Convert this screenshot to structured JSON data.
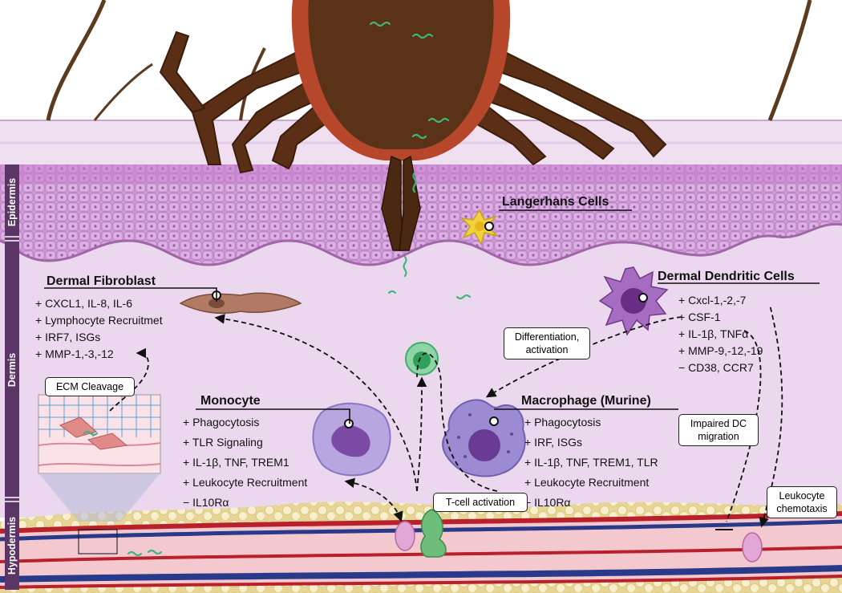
{
  "layers": {
    "epidermis": "Epidermis",
    "dermis": "Dermis",
    "hypodermis": "Hypodermis"
  },
  "cells": {
    "langerhans": {
      "title": "Langerhans Cells"
    },
    "fibroblast": {
      "title": "Dermal Fibroblast",
      "items": [
        "+ CXCL1, IL-8, IL-6",
        "+ Lymphocyte Recruitmet",
        "+ IRF7, ISGs",
        "+ MMP-1,-3,-12"
      ]
    },
    "dendritic": {
      "title": "Dermal Dendritic Cells",
      "items": [
        "+ Cxcl-1,-2,-7",
        "+ CSF-1",
        "+ IL-1β, TNFα",
        "+ MMP-9,-12,-19",
        "− CD38, CCR7"
      ]
    },
    "monocyte": {
      "title": "Monocyte",
      "items": [
        "+ Phagocytosis",
        "+ TLR Signaling",
        "+ IL-1β, TNF, TREM1",
        "+ Leukocyte Recruitment",
        "− IL10Rα"
      ]
    },
    "macrophage": {
      "title": "Macrophage (Murine)",
      "items": [
        "+ Phagocytosis",
        "+ IRF, ISGs",
        "+ IL-1β, TNF, TREM1, TLR",
        "+ Leukocyte Recruitment",
        "− IL10Rα"
      ]
    }
  },
  "boxes": {
    "ecm": "ECM Cleavage",
    "differentiation": "Differentiation, activation",
    "impaired": "Impaired DC migration",
    "tcell": "T-cell activation",
    "chemotaxis": "Leukocyte chemotaxis"
  },
  "colors": {
    "tick_body": "#5a3217",
    "tick_rim": "#b7472a",
    "leg": "#5a2f15",
    "epidermis_cells": "#c88fd0",
    "dermis": "#ecd8ee",
    "fat": "#f3e7b7",
    "vessel_red": "#b8202c",
    "vessel_blue": "#2a3a8a",
    "bacteria": "#3fb57a",
    "macrophage": "#9c8bd2",
    "dendritic": "#a56cc1",
    "tcell": "#3fae6c",
    "label_band": "#5b3566"
  }
}
